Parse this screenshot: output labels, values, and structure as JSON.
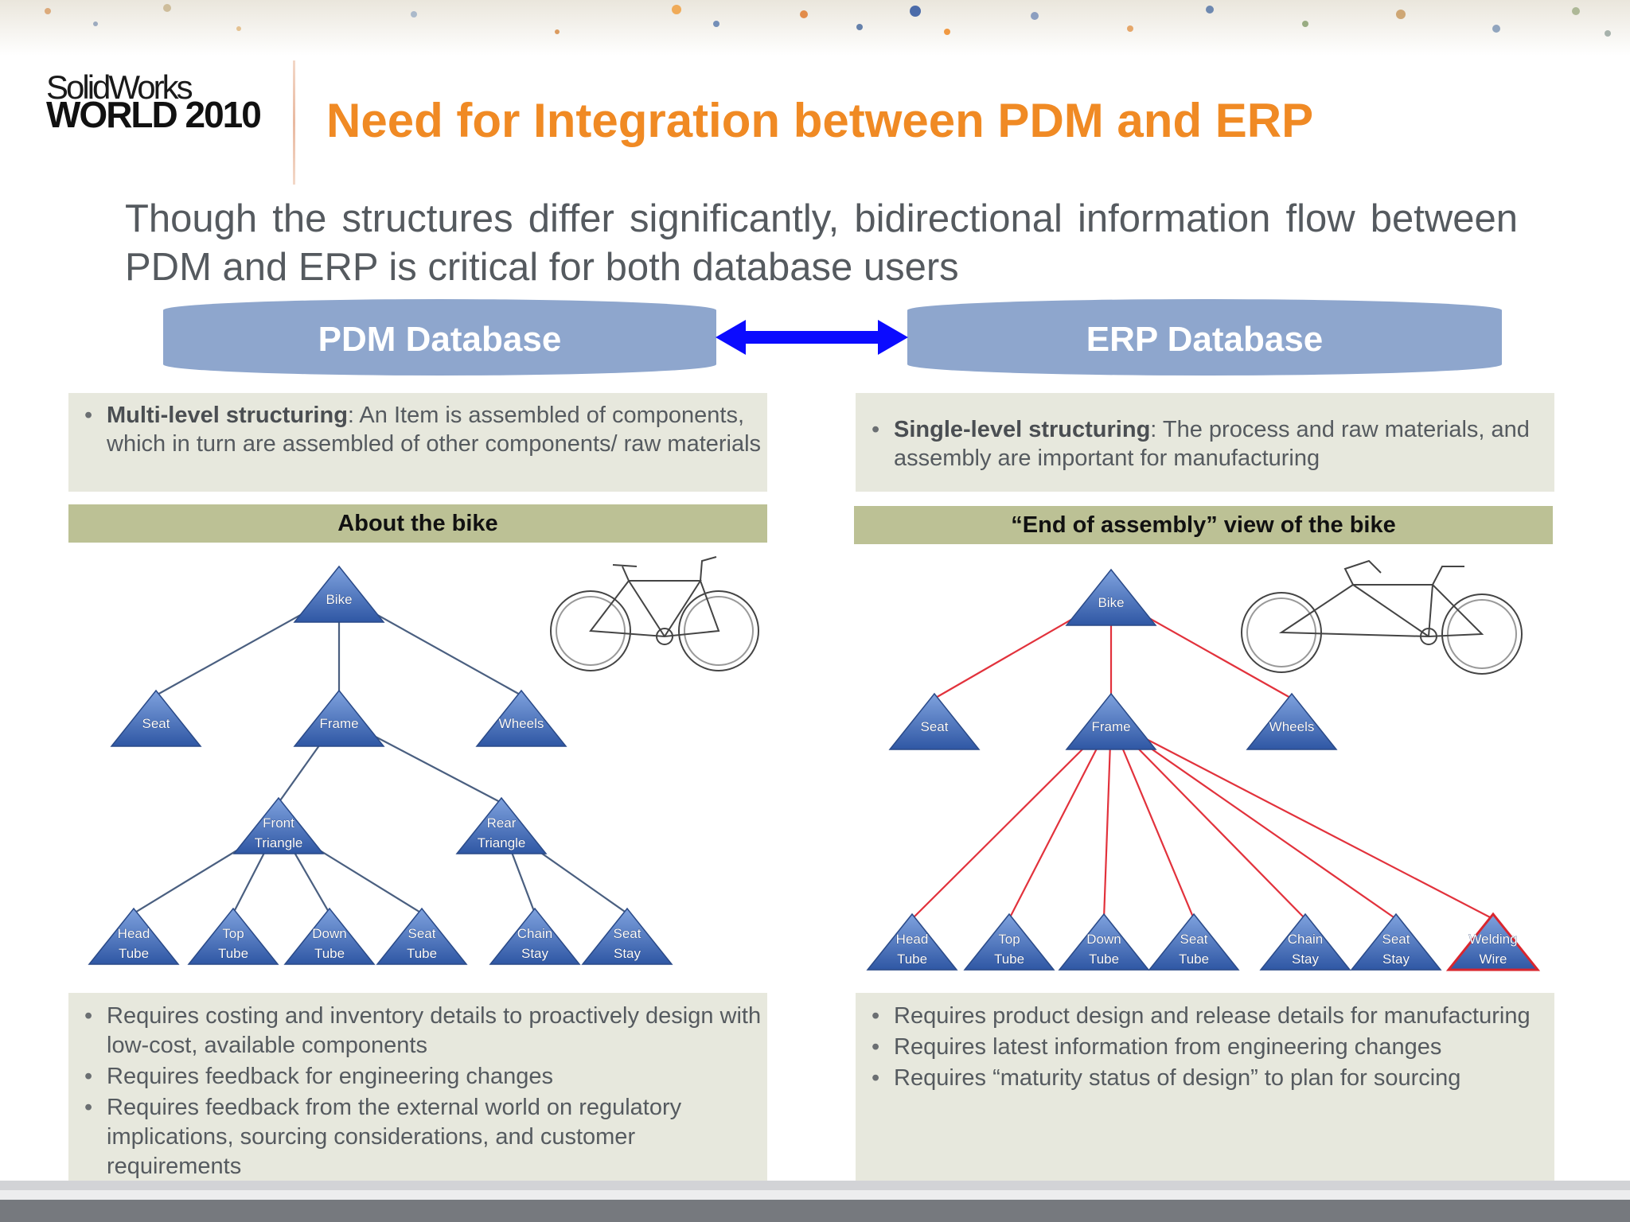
{
  "logo": {
    "line1": "SolidWorks",
    "line2": "WORLD 2010"
  },
  "title": "Need for Integration between PDM and ERP",
  "intro": "Though the structures differ significantly, bidirectional information flow between PDM and ERP is critical for both database users",
  "pdm": {
    "db_label": "PDM Database",
    "structuring": {
      "bold": "Multi-level structuring",
      "text": ": An Item is assembled of components, which in turn are assembled of other components/ raw materials"
    },
    "tree_header": "About the bike",
    "nodes": {
      "bike": "Bike",
      "seat": "Seat",
      "frame": "Frame",
      "wheels": "Wheels",
      "front_triangle": [
        "Front",
        "Triangle"
      ],
      "rear_triangle": [
        "Rear",
        "Triangle"
      ],
      "head_tube": [
        "Head",
        "Tube"
      ],
      "top_tube": [
        "Top",
        "Tube"
      ],
      "down_tube": [
        "Down",
        "Tube"
      ],
      "seat_tube": [
        "Seat",
        "Tube"
      ],
      "chain_stay": [
        "Chain",
        "Stay"
      ],
      "seat_stay": [
        "Seat",
        "Stay"
      ]
    },
    "requirements": [
      "Requires costing and inventory details to proactively design with low-cost, available components",
      "Requires feedback for engineering changes",
      "Requires feedback from the external world on regulatory implications, sourcing considerations, and customer requirements"
    ]
  },
  "erp": {
    "db_label": "ERP Database",
    "structuring": {
      "bold": "Single-level structuring",
      "text": ": The process and raw materials, and assembly are important for manufacturing"
    },
    "tree_header": "“End of assembly” view of the bike",
    "nodes": {
      "bike": "Bike",
      "seat": "Seat",
      "frame": "Frame",
      "wheels": "Wheels",
      "head_tube": [
        "Head",
        "Tube"
      ],
      "top_tube": [
        "Top",
        "Tube"
      ],
      "down_tube": [
        "Down",
        "Tube"
      ],
      "seat_tube": [
        "Seat",
        "Tube"
      ],
      "chain_stay": [
        "Chain",
        "Stay"
      ],
      "seat_stay": [
        "Seat",
        "Stay"
      ],
      "welding_wire": [
        "Welding",
        "Wire"
      ]
    },
    "requirements": [
      "Requires product design and release details for manufacturing",
      "Requires latest information from engineering changes",
      "Requires “maturity status of design” to plan for sourcing"
    ]
  },
  "colors": {
    "title": "#f08a24",
    "pill": "#8ea6cd",
    "arrow": "#0b0bff",
    "box": "#e7e8dd",
    "header": "#bcc195",
    "pdm_edges": "#4a5f80",
    "erp_edges": "#e2323c",
    "triangle": "#3f68b4",
    "welding_wire_outline": "#d9262e"
  }
}
